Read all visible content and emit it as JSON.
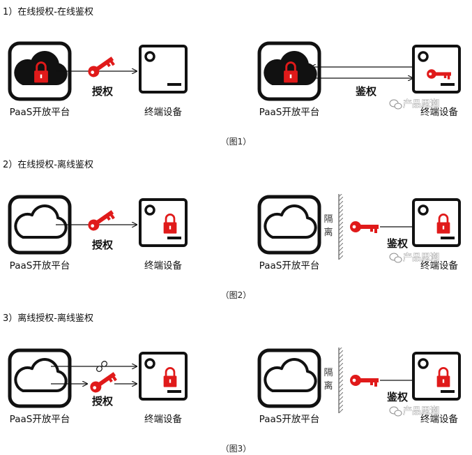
{
  "sections": [
    {
      "title": "1）在线授权-在线鉴权",
      "caption": "（图1）"
    },
    {
      "title": "2）在线授权-离线鉴权",
      "caption": "（图2）"
    },
    {
      "title": "3）离线授权-离线鉴权",
      "caption": "（图3）"
    }
  ],
  "labels": {
    "platform": "PaaS开放平台",
    "device": "终端设备",
    "authorize": "授权",
    "authenticate": "鉴权",
    "isolation": [
      "隔",
      "离"
    ]
  },
  "watermark": "产品思潮",
  "colors": {
    "accent": "#e01a1a",
    "ink": "#111111"
  }
}
